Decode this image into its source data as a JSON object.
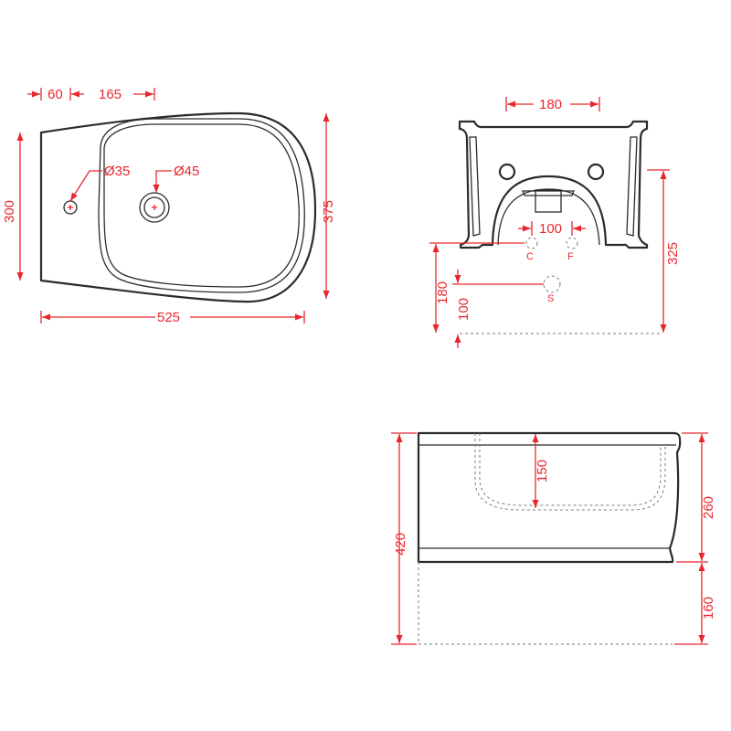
{
  "top_view": {
    "dim_60": "60",
    "dim_165": "165",
    "dim_300": "300",
    "dim_375": "375",
    "dim_525": "525",
    "dia_35": "Ø35",
    "dia_45": "Ø45"
  },
  "rear_view": {
    "dim_180_top": "180",
    "dim_100_inner": "100",
    "dim_325": "325",
    "dim_180_left": "180",
    "dim_100_left": "100",
    "label_c": "C",
    "label_f": "F",
    "label_s": "S"
  },
  "side_view": {
    "dim_150": "150",
    "dim_420": "420",
    "dim_260": "260",
    "dim_160": "160"
  },
  "colors": {
    "dimension": "#e8262c",
    "outline": "#2b2b2b",
    "hidden": "#7a7a7a"
  }
}
